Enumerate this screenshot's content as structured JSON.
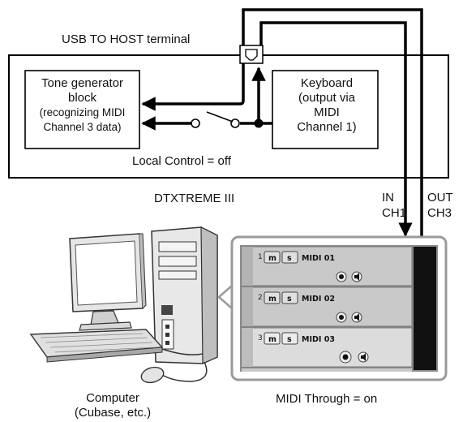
{
  "labels": {
    "usb_terminal": "USB TO HOST terminal",
    "tone_generator": [
      "Tone generator",
      "block"
    ],
    "tone_generator_small": [
      "(recognizing MIDI",
      "Channel 3 data)"
    ],
    "keyboard": [
      "Keyboard",
      "(output via",
      "MIDI",
      "Channel 1)"
    ],
    "local_control": "Local Control = off",
    "instrument": "DTXTREME III",
    "in_port": [
      "IN",
      "CH1"
    ],
    "out_port": [
      "OUT",
      "CH3"
    ],
    "computer": [
      "Computer",
      "(Cubase, etc.)"
    ],
    "midi_through": "MIDI Through = on"
  },
  "tracks": [
    {
      "number": "1",
      "mute": "m",
      "solo": "s",
      "name": "MIDI 01"
    },
    {
      "number": "2",
      "mute": "m",
      "solo": "s",
      "name": "MIDI 02"
    },
    {
      "number": "3",
      "mute": "m",
      "solo": "s",
      "name": "MIDI 03"
    }
  ],
  "colors": {
    "line": "#000000",
    "panel_gray": "#8c8c8c",
    "track_bg": "#c9c9c9",
    "track_bg_selected": "#dcdcdc",
    "panel_border": "#9a9a9a"
  }
}
